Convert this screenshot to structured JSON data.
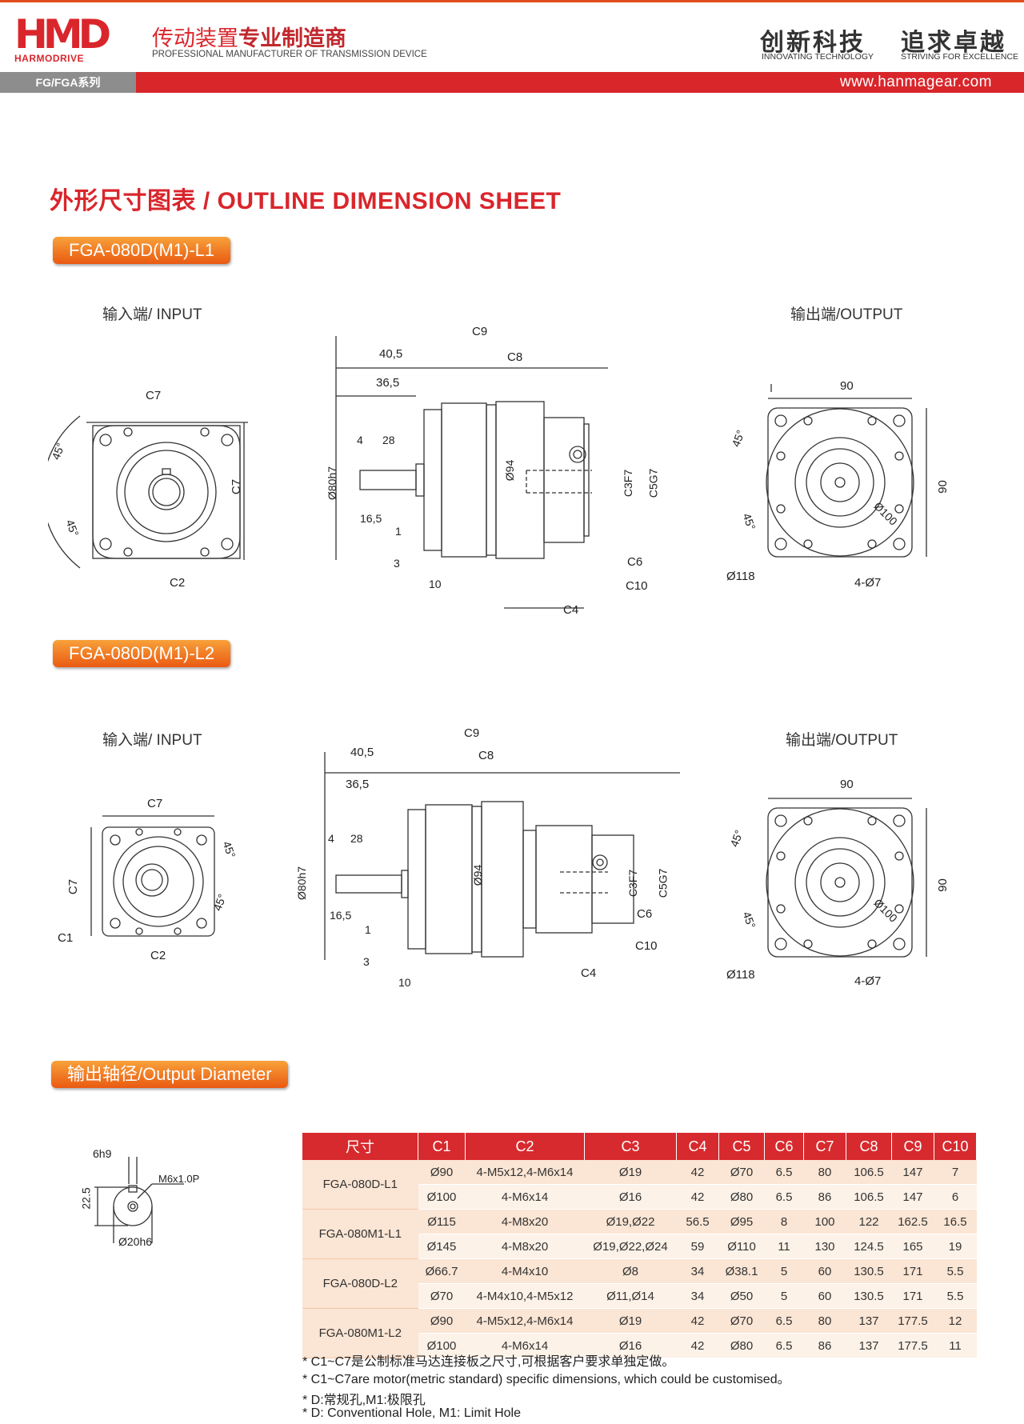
{
  "header": {
    "logo_mark": "HMD",
    "logo_sub": "HARMODRIVE",
    "tagline_cn_a": "传动装置",
    "tagline_cn_b": "专业制造商",
    "tagline_en": "PROFESSIONAL MANUFACTURER OF TRANSMISSION DEVICE",
    "slogan1": "创新科技",
    "slogan1_en": "INNOVATING TECHNOLOGY",
    "slogan2": "追求卓越",
    "slogan2_en": "STRIVING FOR EXCELLENCE",
    "series": "FG/FGA系列",
    "website": "www.hanmagear.com"
  },
  "page_title": "外形尺寸图表 / OUTLINE DIMENSION SHEET",
  "sections": [
    {
      "model": "FGA-080D(M1)-L1",
      "input_label": "输入端/ INPUT",
      "output_label": "输出端/OUTPUT"
    },
    {
      "model": "FGA-080D(M1)-L2",
      "input_label": "输入端/ INPUT",
      "output_label": "输出端/OUTPUT"
    }
  ],
  "dims": {
    "c1": "C1",
    "c2": "C2",
    "c3": "C3F7",
    "c4": "C4",
    "c5": "C5G7",
    "c6": "C6",
    "c7": "C7",
    "c8": "C8",
    "c9": "C9",
    "c10": "C10",
    "d405": "40,5",
    "d365": "36,5",
    "d4": "4",
    "d28": "28",
    "d165": "16,5",
    "d1": "1",
    "d3": "3",
    "d10": "10",
    "d80": "Ø80h7",
    "d94": "Ø94",
    "d90": "90",
    "d100": "Ø100",
    "d118": "Ø118",
    "d407": "4-Ø7",
    "a45": "45°"
  },
  "output_shaft": {
    "heading": "输出轴径/Output Diameter",
    "w": "6h9",
    "h": "22.5",
    "thread": "M6x1.0P",
    "dia": "Ø20h6"
  },
  "table": {
    "headers": [
      "尺寸",
      "C1",
      "C2",
      "C3",
      "C4",
      "C5",
      "C6",
      "C7",
      "C8",
      "C9",
      "C10"
    ],
    "groups": [
      {
        "model": "FGA-080D-L1",
        "rows": [
          [
            "Ø90",
            "4-M5x12,4-M6x14",
            "Ø19",
            "42",
            "Ø70",
            "6.5",
            "80",
            "106.5",
            "147",
            "7"
          ],
          [
            "Ø100",
            "4-M6x14",
            "Ø16",
            "42",
            "Ø80",
            "6.5",
            "86",
            "106.5",
            "147",
            "6"
          ]
        ]
      },
      {
        "model": "FGA-080M1-L1",
        "rows": [
          [
            "Ø115",
            "4-M8x20",
            "Ø19,Ø22",
            "56.5",
            "Ø95",
            "8",
            "100",
            "122",
            "162.5",
            "16.5"
          ],
          [
            "Ø145",
            "4-M8x20",
            "Ø19,Ø22,Ø24",
            "59",
            "Ø110",
            "11",
            "130",
            "124.5",
            "165",
            "19"
          ]
        ]
      },
      {
        "model": "FGA-080D-L2",
        "rows": [
          [
            "Ø66.7",
            "4-M4x10",
            "Ø8",
            "34",
            "Ø38.1",
            "5",
            "60",
            "130.5",
            "171",
            "5.5"
          ],
          [
            "Ø70",
            "4-M4x10,4-M5x12",
            "Ø11,Ø14",
            "34",
            "Ø50",
            "5",
            "60",
            "130.5",
            "171",
            "5.5"
          ]
        ]
      },
      {
        "model": "FGA-080M1-L2",
        "rows": [
          [
            "Ø90",
            "4-M5x12,4-M6x14",
            "Ø19",
            "42",
            "Ø70",
            "6.5",
            "80",
            "137",
            "177.5",
            "12"
          ],
          [
            "Ø100",
            "4-M6x14",
            "Ø16",
            "42",
            "Ø80",
            "6.5",
            "86",
            "137",
            "177.5",
            "11"
          ]
        ]
      }
    ]
  },
  "notes": [
    "* C1~C7是公制标准马达连接板之尺寸,可根据客户要求单独定做。",
    "* C1~C7are motor(metric standard)  specific dimensions, which could be customised。",
    "* D:常规孔,M1:极限孔",
    "* D: Conventional Hole, M1: Limit Hole"
  ]
}
